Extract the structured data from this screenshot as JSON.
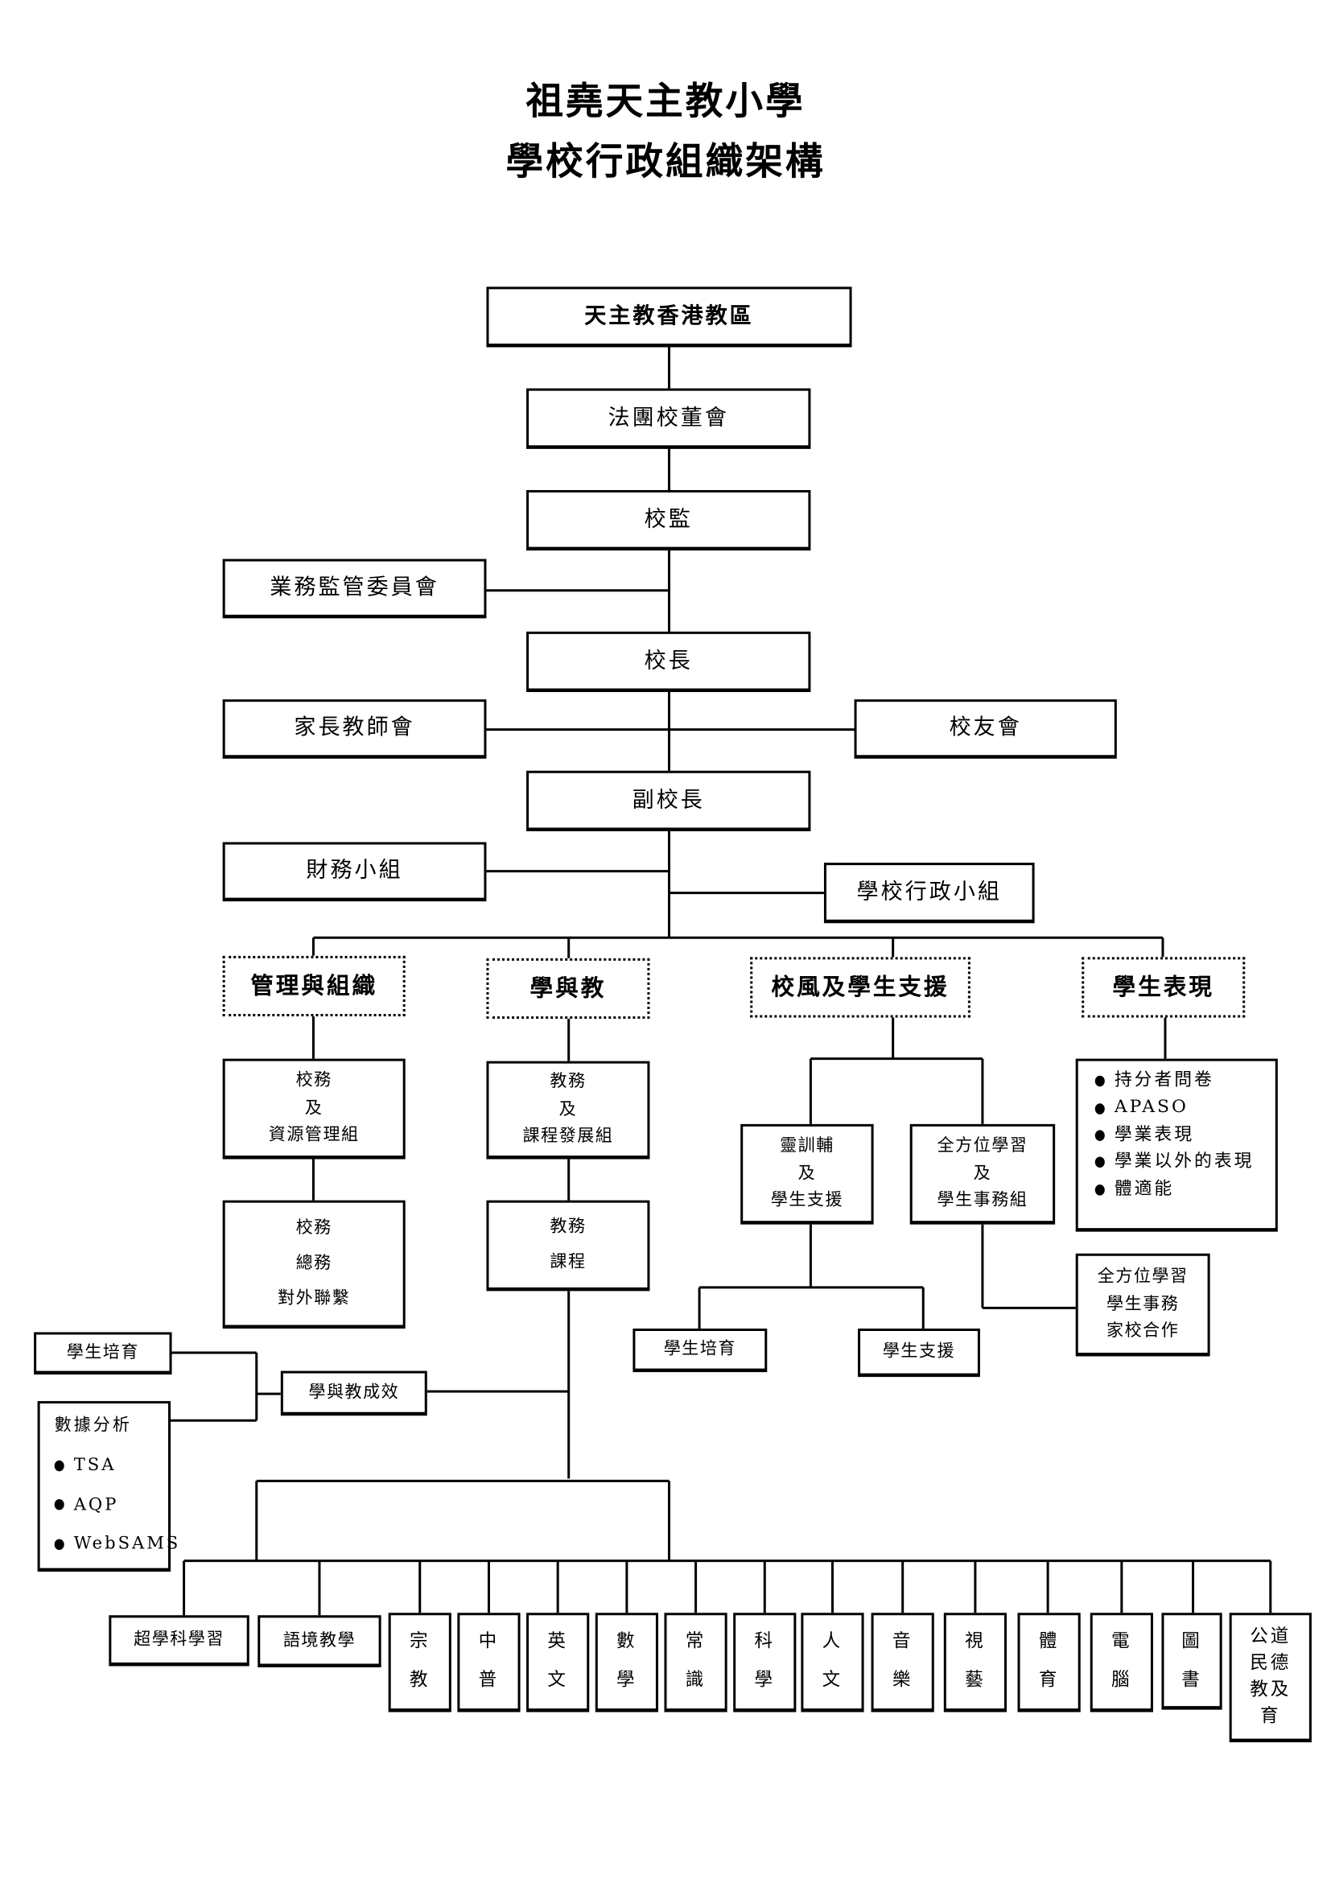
{
  "title": {
    "line1": "祖堯天主教小學",
    "line2": "學校行政組織架構"
  },
  "boxes": {
    "diocese": [
      "天主教香港教區"
    ],
    "imc": [
      "法團校董會"
    ],
    "supervisor": [
      "校監"
    ],
    "business_committee": [
      "業務監管委員會"
    ],
    "principal": [
      "校長"
    ],
    "pta": [
      "家長教師會"
    ],
    "alumni": [
      "校友會"
    ],
    "vice_principal": [
      "副校長"
    ],
    "finance": [
      "財務小組"
    ],
    "admin_group": [
      "學校行政小組"
    ],
    "management": [
      "管理與組織"
    ],
    "learning_teaching": [
      "學與教"
    ],
    "ethos_support": [
      "校風及學生支援"
    ],
    "student_performance": [
      "學生表現"
    ],
    "school_affairs_resources": [
      "校務",
      "及",
      "資源管理組"
    ],
    "academic_curriculum": [
      "教務",
      "及",
      "課程發展組"
    ],
    "guidance_support": [
      "靈訓輔",
      "及",
      "學生支援"
    ],
    "all_round_affairs": [
      "全方位學習",
      "及",
      "學生事務組"
    ],
    "school_general": [
      "校務",
      "總務",
      "對外聯繫"
    ],
    "academic_course": [
      "教務",
      "課程"
    ],
    "student_nurture_mid": [
      "學生培育"
    ],
    "student_support": [
      "學生支援"
    ],
    "all_round_sub": [
      "全方位學習",
      "學生事務",
      "家校合作"
    ],
    "student_nurture_left": [
      "學生培育"
    ],
    "lt_effectiveness": [
      "學與教成效"
    ],
    "transdisciplinary": [
      "超學科學習"
    ],
    "language_context": [
      "語境教學"
    ],
    "religion": [
      "宗",
      "教"
    ],
    "chinese_putonghua": [
      "中",
      "普"
    ],
    "english": [
      "英",
      "文"
    ],
    "maths": [
      "數",
      "學"
    ],
    "general_studies": [
      "常",
      "識"
    ],
    "science": [
      "科",
      "學"
    ],
    "humanities": [
      "人",
      "文"
    ],
    "music": [
      "音",
      "樂"
    ],
    "visual_arts": [
      "視",
      "藝"
    ],
    "pe": [
      "體",
      "育"
    ],
    "computer": [
      "電",
      "腦"
    ],
    "library": [
      "圖",
      "書"
    ],
    "civic_moral": [
      "公道",
      "民德",
      "教及",
      "育"
    ]
  },
  "lists": {
    "performance_items": [
      "持分者問卷",
      "APASO",
      "學業表現",
      "學業以外的表現",
      "體適能"
    ],
    "data_analysis": {
      "heading": "數據分析",
      "items": [
        "TSA",
        "AQP",
        "WebSAMS"
      ]
    }
  }
}
